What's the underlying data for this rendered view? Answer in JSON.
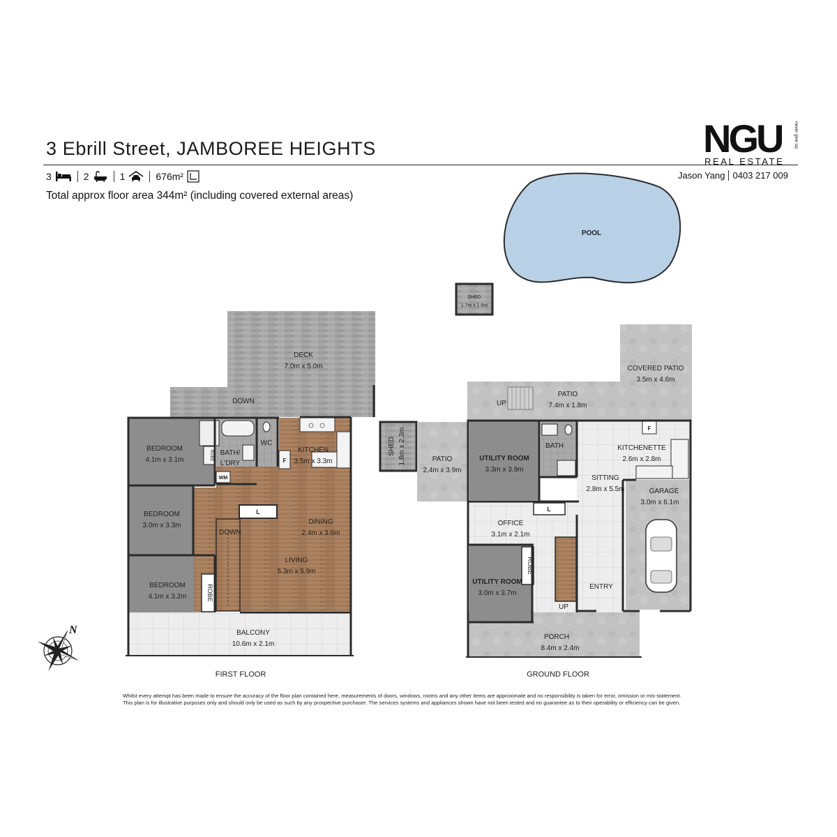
{
  "header": {
    "title": "3 Ebrill Street, JAMBOREE HEIGHTS",
    "bedrooms": "3",
    "bathrooms": "2",
    "car_spaces": "1",
    "land_area": "676m²",
    "total_area": "Total approx floor area 344m² (including covered external areas)",
    "icons": [
      "bed-icon",
      "bath-icon",
      "car-icon",
      "land-area-icon"
    ]
  },
  "brand": {
    "logo_text": "NGU",
    "logo_sub": "REAL ESTATE",
    "logo_tag": "never give up",
    "agent_name": "Jason Yang",
    "agent_phone": "0403 217 009"
  },
  "colors": {
    "wall": "#2b2b2b",
    "timber": "#a47b5a",
    "tile": "#ececec",
    "carpet": "#8d8d8d",
    "deck": "#a4a4a4",
    "concrete": "#bdbdbd",
    "pool": "#b9d1e6"
  },
  "pool": {
    "label": "POOL"
  },
  "shed_top": {
    "name": "SHED",
    "dims": "1.7m x 1.6m"
  },
  "first_floor": {
    "label": "FIRST FLOOR",
    "deck": {
      "name": "DECK",
      "dims": "7.0m x 5.0m"
    },
    "down_top": "DOWN",
    "bedroom1": {
      "name": "BEDROOM",
      "dims": "4.1m x 3.1m"
    },
    "bedroom2": {
      "name": "BEDROOM",
      "dims": "3.0m x 3.3m"
    },
    "bedroom3": {
      "name": "BEDROOM",
      "dims": "4.1m x 3.2m"
    },
    "bath": "BATH/\nL'DRY",
    "wc": "WC",
    "robe": "ROBE",
    "wm": "WM",
    "kitchen": {
      "name": "KITCHEN",
      "dims": "3.5m x 3.3m"
    },
    "fridge": "F",
    "linen": "L",
    "dining": {
      "name": "DINING",
      "dims": "2.4m x 3.6m"
    },
    "living": {
      "name": "LIVING",
      "dims": "5.3m x 5.9m"
    },
    "down_stairs": "DOWN",
    "balcony": {
      "name": "BALCONY",
      "dims": "10.6m x 2.1m"
    }
  },
  "ground_floor": {
    "label": "GROUND FLOOR",
    "covered_patio": {
      "name": "COVERED PATIO",
      "dims": "3.5m x 4.6m"
    },
    "patio_top": {
      "name": "PATIO",
      "dims": "7.4m x 1.8m"
    },
    "up_top": "UP",
    "shed": {
      "name": "SHED",
      "dims": "1.8m x 2.3m"
    },
    "patio_left": {
      "name": "PATIO",
      "dims": "2.4m x 3.9m"
    },
    "utility1": {
      "name": "UTILITY ROOM",
      "dims": "3.3m x 3.9m"
    },
    "bath": "BATH",
    "fridge": "F",
    "kitchenette": {
      "name": "KITCHENETTE",
      "dims": "2.6m x 2.8m"
    },
    "sitting": {
      "name": "SITTING",
      "dims": "2.8m x 5.5m"
    },
    "garage": {
      "name": "GARAGE",
      "dims": "3.0m x 6.1m"
    },
    "linen": "L",
    "office": {
      "name": "OFFICE",
      "dims": "3.1m x 2.1m"
    },
    "utility2": {
      "name": "UTILITY ROOM",
      "dims": "3.0m x 3.7m"
    },
    "robe": "ROBE",
    "entry": "ENTRY",
    "up_stairs": "UP",
    "porch": {
      "name": "PORCH",
      "dims": "8.4m x 2.4m"
    }
  },
  "compass": {
    "label": "N"
  },
  "disclaimer": {
    "line1": "Whilst every attempt has been made to ensure the accuracy of the floor plan contained here, measurements of doors, windows, rooms and any other items are approximate and no responsibility is taken for error, omission or mis-statement.",
    "line2": "This plan is for illustrative purposes only and should only be used as such by any prospective purchaser. The services systems and appliances shown have not been tested and no guarantee as to their operability or efficiency can be given."
  }
}
